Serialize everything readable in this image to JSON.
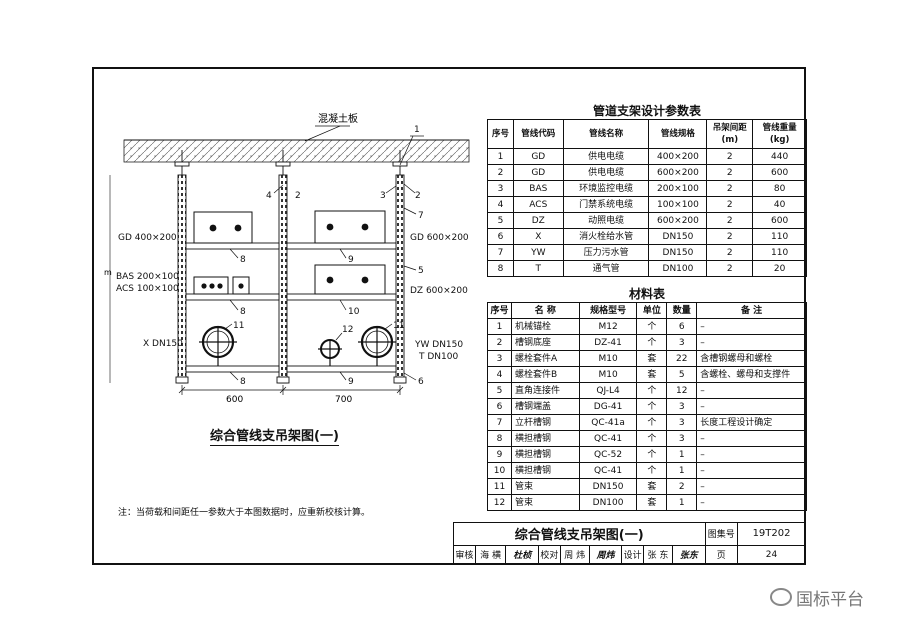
{
  "diagram": {
    "slab_label": "混凝土板",
    "dims": {
      "left_width": "600",
      "right_width": "700"
    },
    "pipe_labels": {
      "gd_left": "GD 400×200",
      "bas": "BAS 200×100",
      "acs": "ACS 100×100",
      "x": "X DN150",
      "gd_right": "GD 600×200",
      "dz": "DZ 600×200",
      "yw": "YW DN150",
      "t": "T DN100"
    },
    "callouts": {
      "c1": "1",
      "c2a": "2",
      "c2b": "2",
      "c3": "3",
      "c4": "4",
      "c5": "5",
      "c6": "6",
      "c7": "7",
      "c8a": "8",
      "c8b": "8",
      "c8c": "8",
      "c9a": "9",
      "c9b": "9",
      "c10": "10",
      "c11a": "11",
      "c11b": "11",
      "c12": "12"
    },
    "side_mark": "m"
  },
  "drawing_title": "综合管线支吊架图(一)",
  "note": "注：当荷载和间距任一参数大于本图数据时，应重新校核计算。",
  "param_table": {
    "title": "管道支架设计参数表",
    "headers": [
      "序号",
      "管线代码",
      "管线名称",
      "管线规格",
      "吊架间距(m)",
      "管线重量(kg)"
    ],
    "rows": [
      [
        "1",
        "GD",
        "供电电缆",
        "400×200",
        "2",
        "440"
      ],
      [
        "2",
        "GD",
        "供电电缆",
        "600×200",
        "2",
        "600"
      ],
      [
        "3",
        "BAS",
        "环境监控电缆",
        "200×100",
        "2",
        "80"
      ],
      [
        "4",
        "ACS",
        "门禁系统电缆",
        "100×100",
        "2",
        "40"
      ],
      [
        "5",
        "DZ",
        "动照电缆",
        "600×200",
        "2",
        "600"
      ],
      [
        "6",
        "X",
        "消火栓给水管",
        "DN150",
        "2",
        "110"
      ],
      [
        "7",
        "YW",
        "压力污水管",
        "DN150",
        "2",
        "110"
      ],
      [
        "8",
        "T",
        "通气管",
        "DN100",
        "2",
        "20"
      ]
    ]
  },
  "material_table": {
    "title": "材料表",
    "headers": [
      "序号",
      "名  称",
      "规格型号",
      "单位",
      "数量",
      "备  注"
    ],
    "rows": [
      [
        "1",
        "机械锚栓",
        "M12",
        "个",
        "6",
        "–"
      ],
      [
        "2",
        "槽钢底座",
        "DZ-41",
        "个",
        "3",
        "–"
      ],
      [
        "3",
        "螺栓套件A",
        "M10",
        "套",
        "22",
        "含槽钢螺母和螺栓"
      ],
      [
        "4",
        "螺栓套件B",
        "M10",
        "套",
        "5",
        "含螺栓、螺母和支撑件"
      ],
      [
        "5",
        "直角连接件",
        "QJ-L4",
        "个",
        "12",
        "–"
      ],
      [
        "6",
        "槽钢端盖",
        "DG-41",
        "个",
        "3",
        "–"
      ],
      [
        "7",
        "立杆槽钢",
        "QC-41a",
        "个",
        "3",
        "长度工程设计确定"
      ],
      [
        "8",
        "横担槽钢",
        "QC-41",
        "个",
        "3",
        "–"
      ],
      [
        "9",
        "横担槽钢",
        "QC-52",
        "个",
        "1",
        "–"
      ],
      [
        "10",
        "横担槽钢",
        "QC-41",
        "个",
        "1",
        "–"
      ],
      [
        "11",
        "管束",
        "DN150",
        "套",
        "2",
        "–"
      ],
      [
        "12",
        "管束",
        "DN100",
        "套",
        "1",
        "–"
      ]
    ]
  },
  "title_block": {
    "main_title": "综合管线支吊架图(一)",
    "atlas_label": "图集号",
    "atlas_no": "19T202",
    "review_label": "审核",
    "reviewer": "海 横",
    "reviewer_sig": "杜桢",
    "check_label": "校对",
    "checker": "周 炜",
    "checker_sig": "周炜",
    "design_label": "设计",
    "designer": "张 东",
    "designer_sig": "张东",
    "page_label": "页",
    "page_no": "24"
  },
  "watermark": "国标平台"
}
